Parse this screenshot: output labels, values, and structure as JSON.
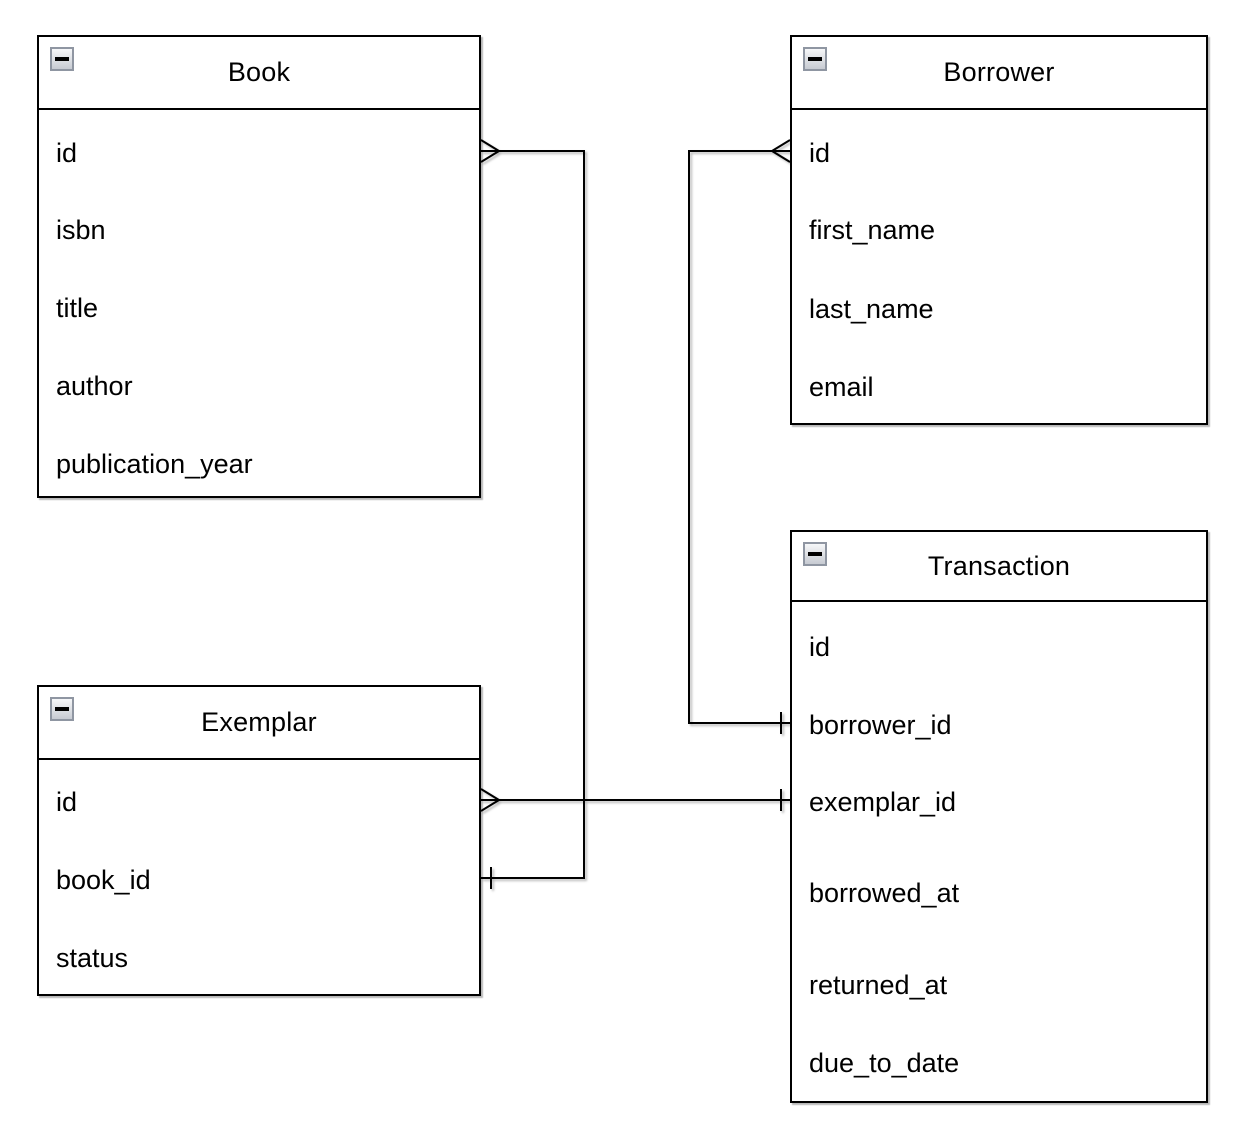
{
  "diagram": {
    "entities": [
      {
        "name": "Book",
        "fields": [
          "id",
          "isbn",
          "title",
          "author",
          "publication_year"
        ]
      },
      {
        "name": "Borrower",
        "fields": [
          "id",
          "first_name",
          "last_name",
          "email"
        ]
      },
      {
        "name": "Exemplar",
        "fields": [
          "id",
          "book_id",
          "status"
        ]
      },
      {
        "name": "Transaction",
        "fields": [
          "id",
          "borrower_id",
          "exemplar_id",
          "borrowed_at",
          "returned_at",
          "due_to_date"
        ]
      }
    ],
    "relationships": [
      {
        "from": "Book.id",
        "to": "Exemplar.book_id",
        "from_cardinality": "many",
        "to_cardinality": "one"
      },
      {
        "from": "Borrower.id",
        "to": "Transaction.borrower_id",
        "from_cardinality": "many",
        "to_cardinality": "one"
      },
      {
        "from": "Exemplar.id",
        "to": "Transaction.exemplar_id",
        "from_cardinality": "many",
        "to_cardinality": "one"
      }
    ],
    "icons": {
      "collapse": "minus-in-square"
    },
    "colors": {
      "line": "#000000",
      "entity_border": "#000000",
      "entity_background": "#ffffff",
      "canvas_background": "#ffffff",
      "collapse_icon_frame": "#8f96a2",
      "shadow": "#b5b5b5"
    }
  }
}
